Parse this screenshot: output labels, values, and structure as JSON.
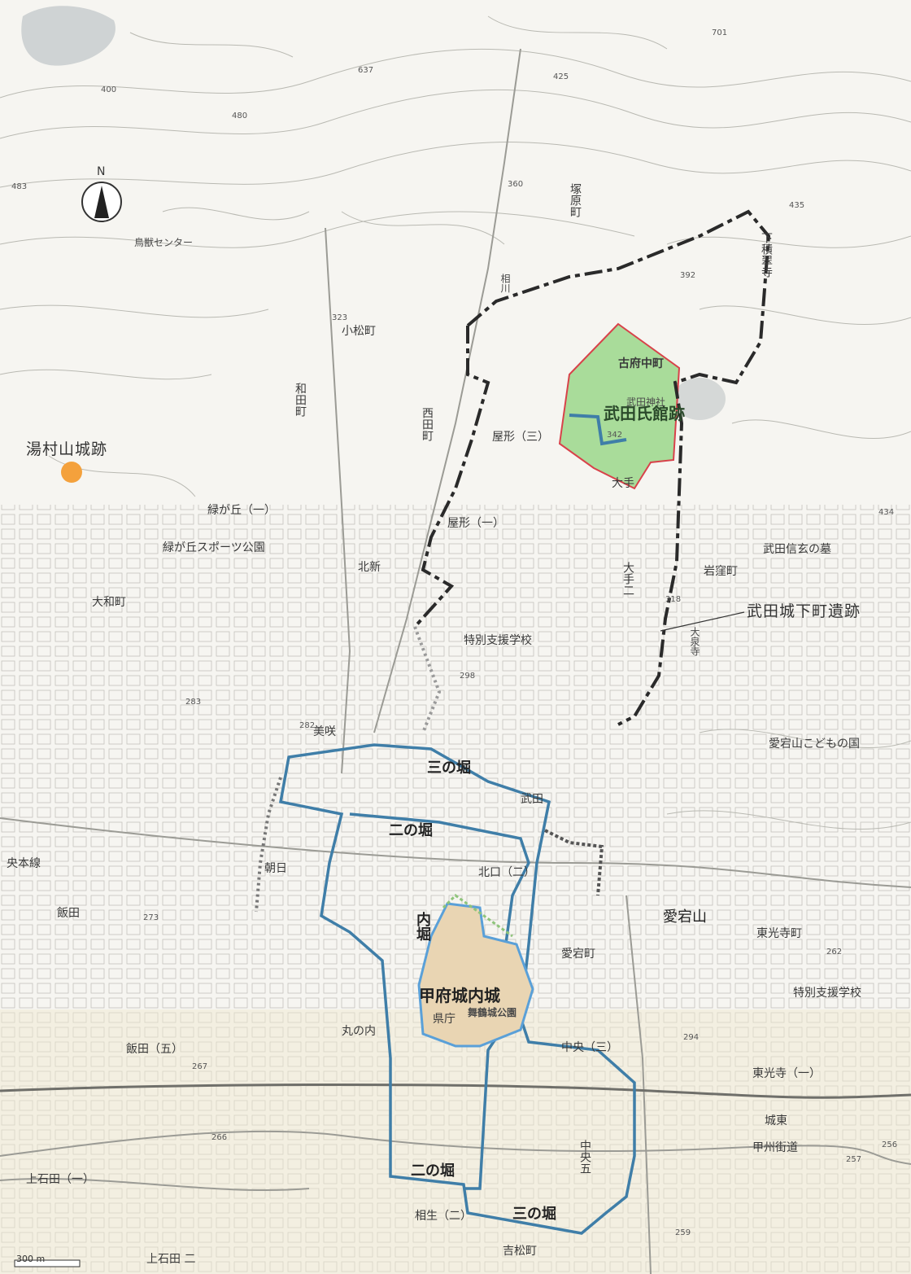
{
  "map": {
    "north_arrow": "N",
    "scale_label": "300 m",
    "sites": {
      "yumura": "湯村山城跡",
      "takeda_yakata": "武田氏館跡",
      "takeda_jokamachi": "武田城下町遺跡",
      "kofu_jonai": "甲府城内城",
      "maizuru_park": "舞鶴城公園"
    },
    "moats": {
      "sannohori_top": "三の堀",
      "ninohori_top": "二の堀",
      "uchibori": "内堀",
      "ninohori_bottom": "二の堀",
      "sannohori_bottom": "三の堀"
    },
    "places": {
      "kofuchu": "古府中町",
      "takeda_jinja": "武田神社",
      "ote": "大手",
      "shimo_sekiya": "下積翠寺",
      "tsukahara": "塚原町",
      "komatsu": "小松町",
      "wada": "和田町",
      "nishida": "西田町",
      "midorigaoka": "緑が丘（一）",
      "midorigaoka_park": "緑が丘スポーツ公園",
      "kitashin": "北新",
      "yakata1": "屋形（一）",
      "yakata3": "屋形（三）",
      "ote2": "大手二",
      "iwakubo": "岩窪町",
      "shingen_haka": "武田信玄の墓",
      "daisenji": "大泉寺",
      "takeda": "武田",
      "misakimachi": "美咲",
      "asahi": "朝日",
      "kitaguchi": "北口（二）",
      "atagocho": "愛宕町",
      "atagoyama": "愛宕山",
      "atago_kodomo": "愛宕山こどもの国",
      "toukouji": "東光寺町",
      "toukouji1": "東光寺（一）",
      "chuo": "中央（三）",
      "chuo5": "中央五",
      "marunouchi": "丸の内",
      "kencho": "県庁",
      "iida5": "飯田（五）",
      "iida": "飯田",
      "kamiishida": "上石田（一）",
      "kamiishida2": "上石田 二",
      "aioi": "相生（二）",
      "yoshimatsu": "吉松町",
      "joto": "城東",
      "kaishu_kaido": "甲州街道",
      "chuo_line": "央本線",
      "daiwa": "大和町",
      "chojuen": "鳥獣センター",
      "tokubetsu": "特別支援学校",
      "tokubetsu2": "特別支援学校",
      "aikawa": "相川"
    },
    "elevations": [
      "637",
      "425",
      "480",
      "483",
      "400",
      "323",
      "360",
      "392",
      "342",
      "318",
      "434",
      "298",
      "282",
      "273",
      "283",
      "294",
      "267",
      "266",
      "262",
      "257",
      "256",
      "259",
      "701",
      "435"
    ],
    "colors": {
      "takeda_fill": "#a9dc9a",
      "takeda_border": "#d8424a",
      "kofu_moat": "#3f7ea8",
      "town_boundary": "#2a2a2a",
      "site_marker": "#f4a13c",
      "park_fill": "#e9d5b3",
      "water": "#cfd3d4"
    }
  }
}
